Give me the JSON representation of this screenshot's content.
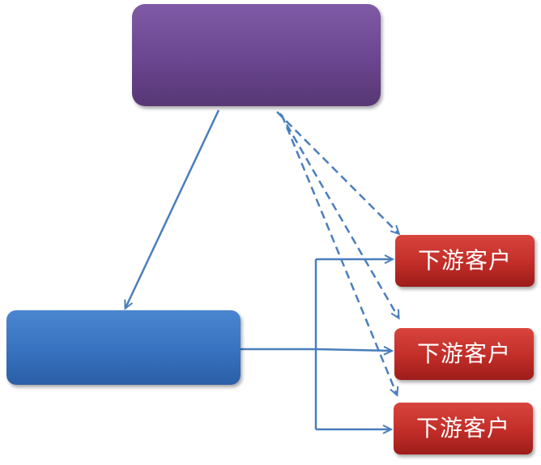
{
  "nodes": {
    "top": {
      "label": ""
    },
    "middle": {
      "label": ""
    },
    "customers": [
      {
        "label": "下游客户"
      },
      {
        "label": "下游客户"
      },
      {
        "label": "下游客户"
      }
    ]
  },
  "colors": {
    "connector": "#4a7ebb",
    "top_node": "#6a4690",
    "middle_node": "#3772c0",
    "customer_node": "#c22d28"
  }
}
